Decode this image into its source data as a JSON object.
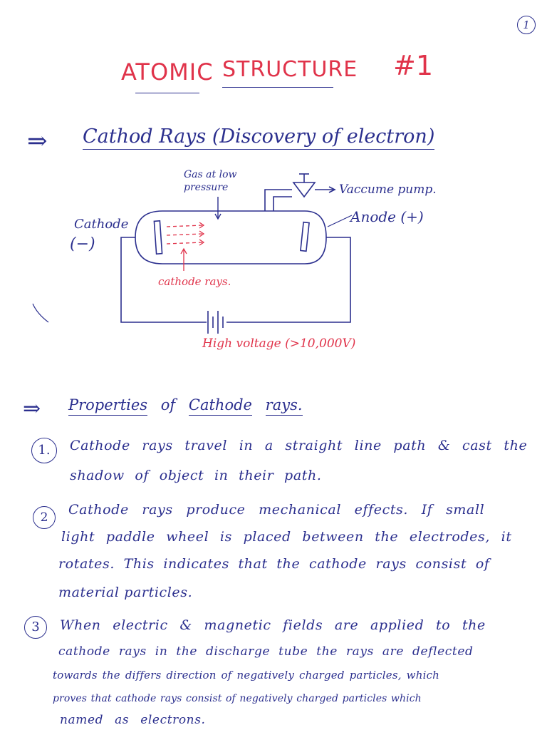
{
  "page_number": "1",
  "title": {
    "part1": "ATOMIC",
    "part2": "STRUCTURE",
    "number": "#1"
  },
  "section1": {
    "arrow": "⇒",
    "heading": "Cathod Rays (Discovery of electron)"
  },
  "diagram": {
    "gas_label_line1": "Gas at low",
    "gas_label_line2": "pressure",
    "pump_label": "Vaccume pump.",
    "cathode_label": "Cathode",
    "cathode_sign": "(−)",
    "anode_label": "Anode (+)",
    "rays_label": "cathode rays.",
    "voltage_label": "High voltage (>10,000V)"
  },
  "section2": {
    "arrow": "⇒",
    "heading_word1": "Properties",
    "heading_word2": "of",
    "heading_word3": "Cathode",
    "heading_word4": "rays."
  },
  "points": [
    {
      "marker": "1.",
      "lines": [
        "Cathode rays travel in a straight line path & cast the",
        "shadow of object in their path."
      ]
    },
    {
      "marker": "2",
      "lines": [
        "Cathode rays produce mechanical effects. If small",
        "light paddle wheel is placed between the electrodes, it",
        "rotates. This indicates that the cathode rays consist of",
        "material particles."
      ]
    },
    {
      "marker": "3",
      "lines": [
        "When electric & magnetic fields are applied to the",
        "cathode rays in the discharge tube the rays are deflected",
        "towards the differs direction of negatively charged particles, which",
        "proves that cathode rays consist of negatively charged particles which",
        "named as electrons."
      ]
    }
  ]
}
